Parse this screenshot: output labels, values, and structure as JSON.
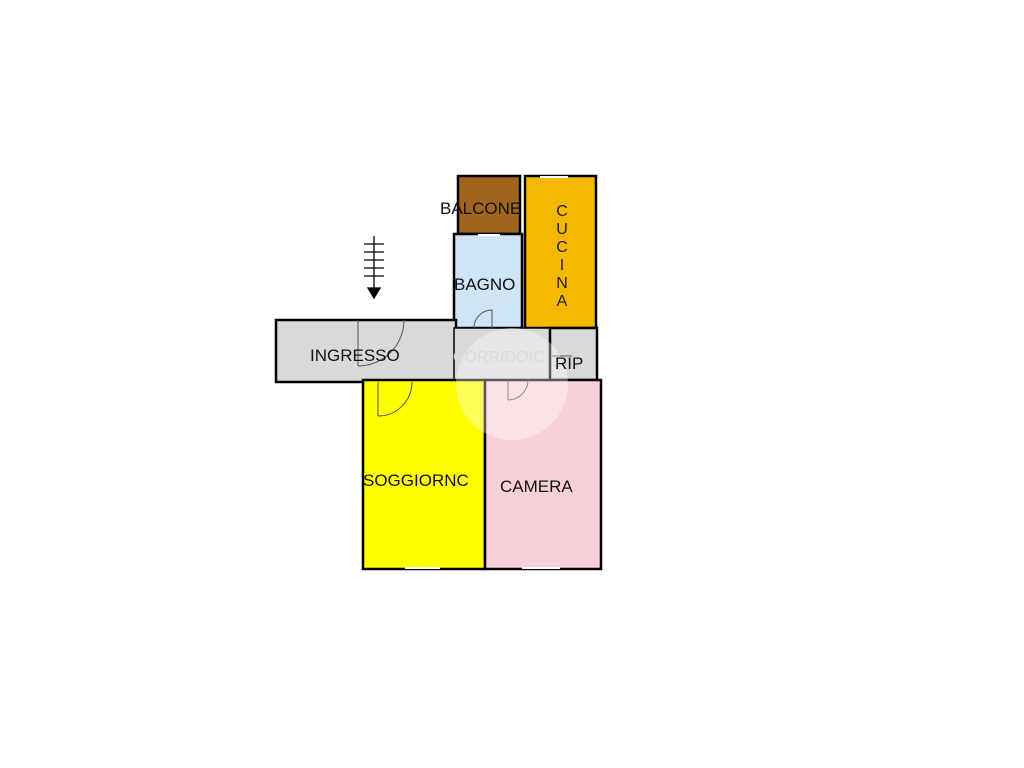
{
  "rooms": {
    "balcone": {
      "label": "BALCONE",
      "color": "#a0641e"
    },
    "cucina": {
      "label": "CUCINA",
      "color": "#f5b800"
    },
    "bagno": {
      "label": "BAGNO",
      "color": "#cfe4f7"
    },
    "ingresso": {
      "label": "INGRESSO",
      "color": "#d9d9d9"
    },
    "corridoio": {
      "label": "CORRIDOIC",
      "color": "#d9d9d9"
    },
    "rip": {
      "label": "RIP",
      "color": "#d9d9d9"
    },
    "soggiorno": {
      "label": "SOGGIORNC",
      "color": "#ffff00"
    },
    "camera": {
      "label": "CAMERA",
      "color": "#f9cfd8"
    }
  },
  "colors": {
    "wall": "#000000",
    "door": "#666666"
  },
  "icons": {
    "stairs": "stairs-arrow-icon"
  }
}
